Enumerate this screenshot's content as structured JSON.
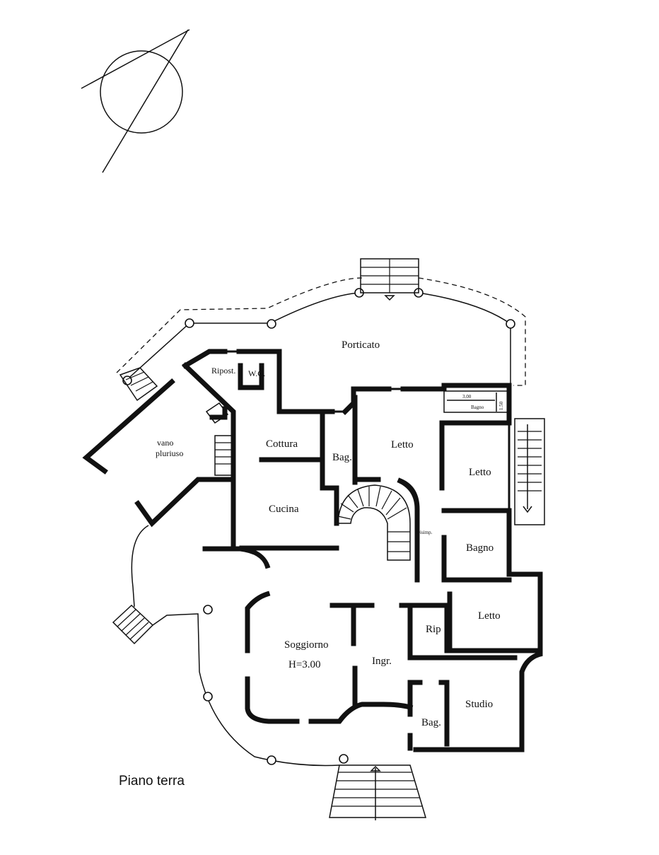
{
  "rooms": {
    "porticato": "Porticato",
    "ripost": "Ripost.",
    "wc": "W.C.",
    "vano": "vano",
    "pluriuso": "pluriuso",
    "cottura": "Cottura",
    "bag_top": "Bag.",
    "letto_1": "Letto",
    "letto_2": "Letto",
    "cucina": "Cucina",
    "disimp": "Disimp.",
    "bagno_right": "Bagno",
    "letto_3": "Letto",
    "rip": "Rip",
    "soggiorno": "Soggiorno",
    "soggiorno_height": "H=3.00",
    "ingr": "Ingr.",
    "studio": "Studio",
    "bag_bottom": "Bag."
  },
  "dimensions": {
    "width": "3.00",
    "depth": "1.50",
    "small_bagno": "Bagno"
  },
  "caption": "Piano terra"
}
